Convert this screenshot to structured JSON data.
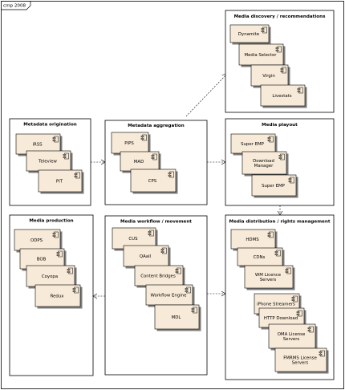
{
  "frame": {
    "title": "cmp 2008"
  },
  "groups": {
    "discovery": {
      "title": "Media discovery / recommendations",
      "components": [
        "Dynamite",
        "Media Selector",
        "Virgin",
        "Livestats"
      ]
    },
    "origination": {
      "title": "Metadata origination",
      "components": [
        "iRSS",
        "Teleview",
        "PIT"
      ]
    },
    "aggregation": {
      "title": "Metadata aggregation",
      "components": [
        "PIPS",
        "MAD",
        "CPS"
      ]
    },
    "playout": {
      "title": "Media playout",
      "components": [
        "Super EMP",
        [
          "Download",
          "Manager"
        ],
        "Super EMP"
      ]
    },
    "production": {
      "title": "Media production",
      "components": [
        "ODPS",
        "BOB",
        "Coyopa",
        "Redux"
      ]
    },
    "workflow": {
      "title": "Media workflow / movement",
      "components": [
        "CUS",
        "QAall",
        "Content Bridges",
        "Workflow Engine",
        "MDL"
      ]
    },
    "distribution": {
      "title": "Media distribution / rights management",
      "components": [
        "HDMS",
        "CDNs",
        [
          "WM Licence",
          "Servers"
        ],
        "iPhone Streamers",
        "HTTP Download",
        [
          "OMA License",
          "Servers"
        ],
        [
          "FMRMS License",
          "Servers"
        ]
      ]
    }
  },
  "colors": {
    "component_fill": "#f7ead8",
    "component_shadow": "#7d7d7d",
    "stroke": "#000000"
  }
}
